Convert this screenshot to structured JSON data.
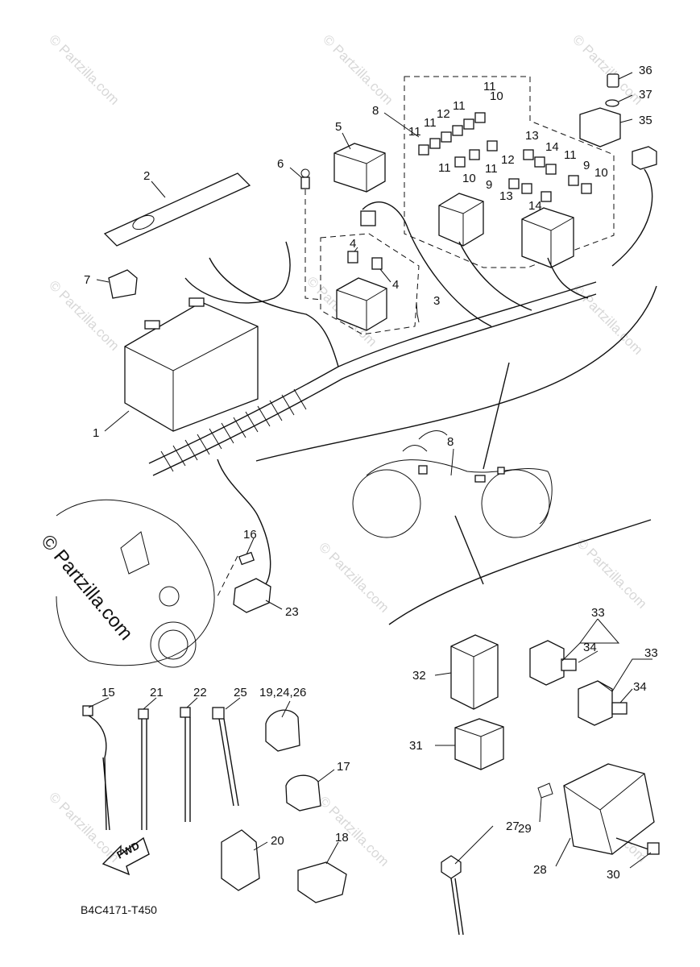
{
  "callouts": {
    "c1": "1",
    "c2": "2",
    "c3": "3",
    "c4a": "4",
    "c4b": "4",
    "c5": "5",
    "c6": "6",
    "c7": "7",
    "c8a": "8",
    "c8b": "8",
    "c9a": "9",
    "c9b": "9",
    "c10a": "10",
    "c10b": "10",
    "c10c": "10",
    "c11a": "11",
    "c11b": "11",
    "c11c": "11",
    "c11d": "11",
    "c11e": "11",
    "c11f": "11",
    "c11g": "11",
    "c12a": "12",
    "c12b": "12",
    "c13a": "13",
    "c13b": "13",
    "c14a": "14",
    "c14b": "14",
    "c15": "15",
    "c16": "16",
    "c17": "17",
    "c18": "18",
    "c19": "19,24,26",
    "c20": "20",
    "c21": "21",
    "c22": "22",
    "c23": "23",
    "c25": "25",
    "c27": "27",
    "c28": "28",
    "c29": "29",
    "c30": "30",
    "c31": "31",
    "c32": "32",
    "c33a": "33",
    "c33b": "33",
    "c34a": "34",
    "c34b": "34",
    "c35": "35",
    "c36": "36",
    "c37": "37"
  },
  "fwd_label": "FWD",
  "drawing_id": "B4C4171-T450",
  "watermark": {
    "small": "© Partzilla.com",
    "large": "© Partzilla.com"
  }
}
